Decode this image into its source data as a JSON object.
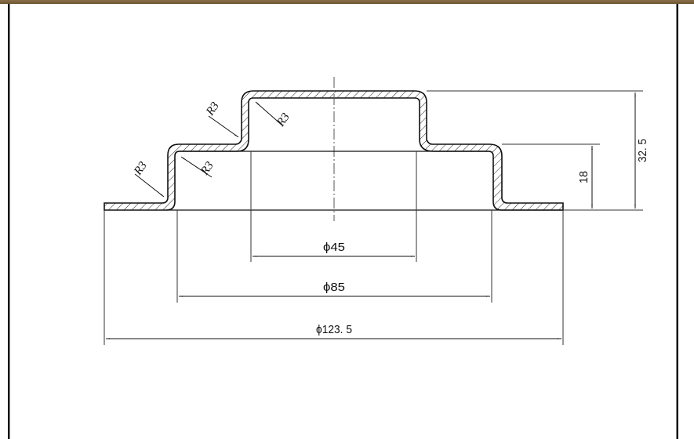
{
  "drawing": {
    "type": "sheet-metal stepped flange cross-section",
    "colors": {
      "top_bar": "#7a6040",
      "line": "#111111",
      "hatch": "#222222",
      "background": "#ffffff"
    },
    "radius_labels": [
      {
        "id": "r-upper-outer",
        "text": "R3"
      },
      {
        "id": "r-upper-inner",
        "text": "R3"
      },
      {
        "id": "r-lower-outer",
        "text": "R3"
      },
      {
        "id": "r-lower-inner",
        "text": "R3"
      }
    ],
    "diameters": [
      {
        "id": "d-inner",
        "symbol": "ϕ",
        "value": "45",
        "label": "ϕ45"
      },
      {
        "id": "d-middle",
        "symbol": "ϕ",
        "value": "85",
        "label": "ϕ85"
      },
      {
        "id": "d-outer",
        "symbol": "ϕ",
        "value": "123.5",
        "label": "ϕ123. 5"
      }
    ],
    "heights": [
      {
        "id": "h-step",
        "value": "18",
        "label": "18"
      },
      {
        "id": "h-total",
        "value": "32.5",
        "label": "32. 5"
      }
    ]
  }
}
